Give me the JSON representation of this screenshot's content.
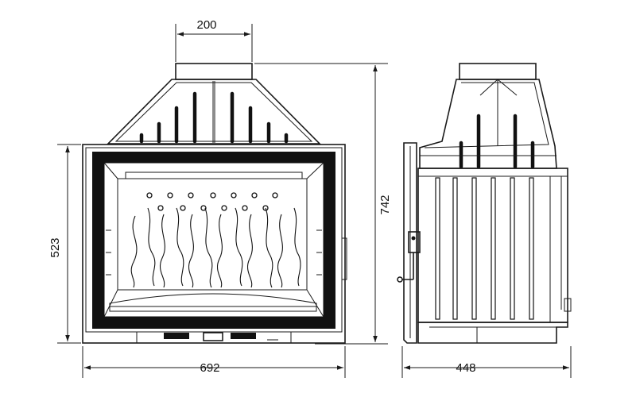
{
  "dimensions": {
    "flue_width": "200",
    "overall_height": "742",
    "front_height": "523",
    "front_width": "692",
    "depth": "448"
  }
}
